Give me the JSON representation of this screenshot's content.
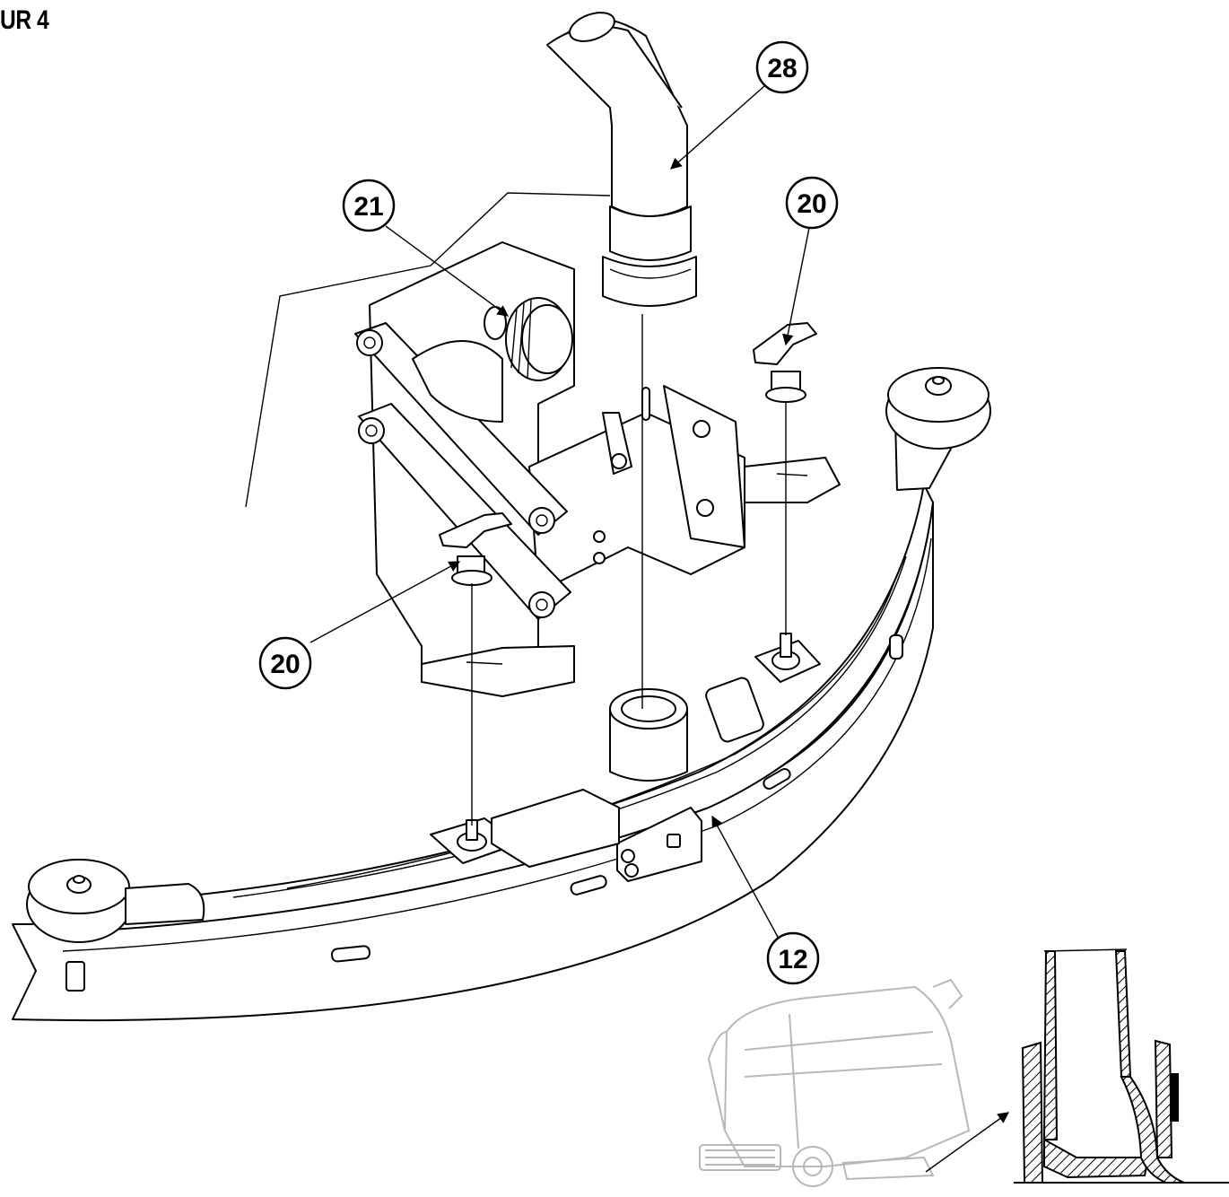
{
  "figure": {
    "title": "UR 4"
  },
  "callouts": [
    {
      "id": "c28",
      "label": "28"
    },
    {
      "id": "c21",
      "label": "21"
    },
    {
      "id": "c20a",
      "label": "20"
    },
    {
      "id": "c20b",
      "label": "20"
    },
    {
      "id": "c12",
      "label": "12"
    }
  ],
  "colors": {
    "line": "#000000",
    "ghost": "#b8b8b8",
    "background": "#ffffff"
  }
}
